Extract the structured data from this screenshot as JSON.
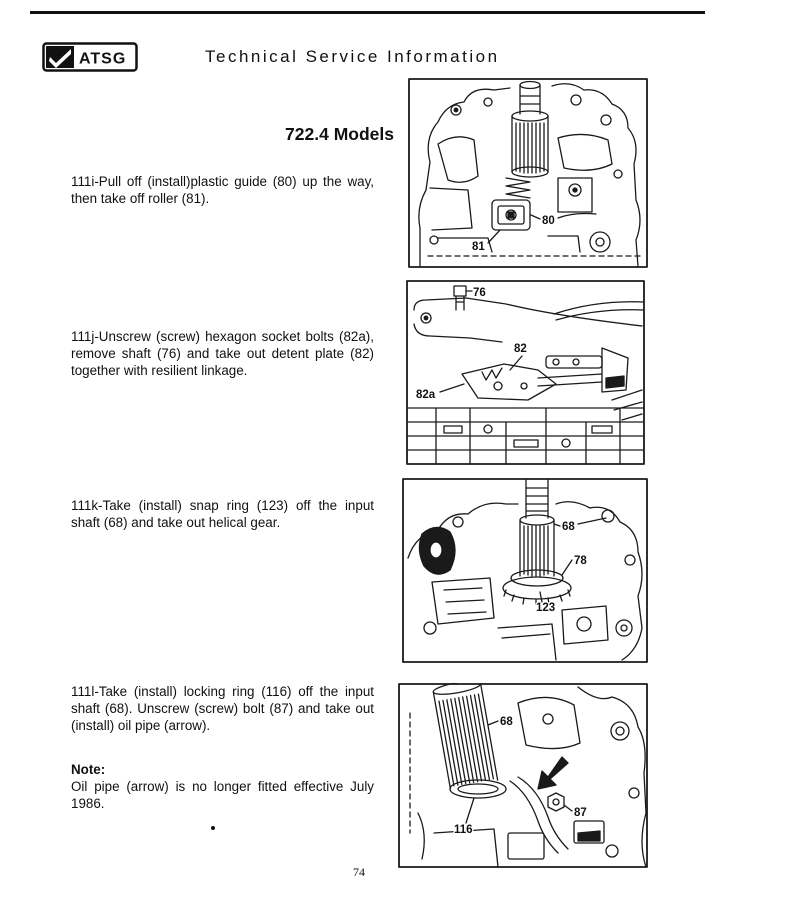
{
  "header": {
    "logo_text": "ATSG",
    "title": "Technical Service Information"
  },
  "section_title": "722.4 Models",
  "steps": [
    {
      "lines": [
        "111i-Pull off (install)plastic guide (80) up the way,",
        "then take off roller (81)."
      ]
    },
    {
      "lines": [
        "111j-Unscrew (screw) hexagon socket bolts (82a),",
        "remove shaft (76) and take out detent plate (82)",
        "together with resilient linkage."
      ]
    },
    {
      "lines": [
        "111k-Take (install) snap ring (123) off the input",
        "shaft (68) and take out helical gear."
      ]
    },
    {
      "lines": [
        "111l-Take (install) locking ring (116) off the input",
        "shaft (68).  Unscrew (screw) bolt (87) and take out",
        "(install) oil pipe (arrow)."
      ]
    }
  ],
  "note": {
    "label": "Note:",
    "lines": [
      "Oil pipe (arrow) is no longer fitted effective July",
      "1986."
    ]
  },
  "figures": [
    {
      "labels": [
        "80",
        "81"
      ]
    },
    {
      "labels": [
        "76",
        "82",
        "82a"
      ]
    },
    {
      "labels": [
        "68",
        "78",
        "123"
      ]
    },
    {
      "labels": [
        "68",
        "116",
        "87"
      ]
    }
  ],
  "page_number": "74"
}
